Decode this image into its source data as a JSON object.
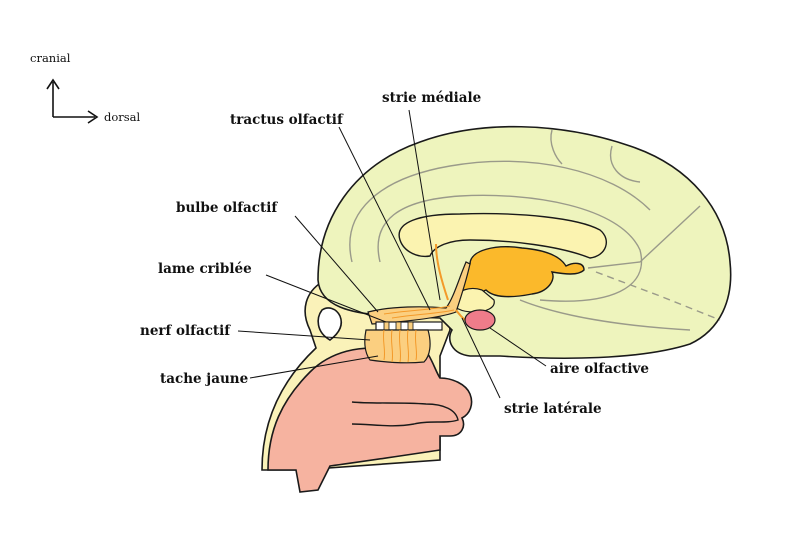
{
  "orientation": {
    "up_label": "cranial",
    "right_label": "dorsal"
  },
  "labels": {
    "strie_mediale": "strie médiale",
    "tractus_olfactif": "tractus olfactif",
    "bulbe_olfactif": "bulbe olfactif",
    "lame_criblee": "lame criblée",
    "nerf_olfactif": "nerf olfactif",
    "tache_jaune": "tache jaune",
    "aire_olfactive": "aire olfactive",
    "strie_laterale": "strie latérale"
  },
  "colors": {
    "hemisphere": "#eef4bd",
    "pale_yellow": "#fbf3b0",
    "orange": "#fbb92b",
    "olfactory_orange": "#fbcf80",
    "bone": "#faf2b9",
    "skin": "#f6b3a0",
    "aire_pink": "#ef7c8a",
    "outline": "#1a1a1a",
    "gyrus_line": "#9a9a8a"
  }
}
